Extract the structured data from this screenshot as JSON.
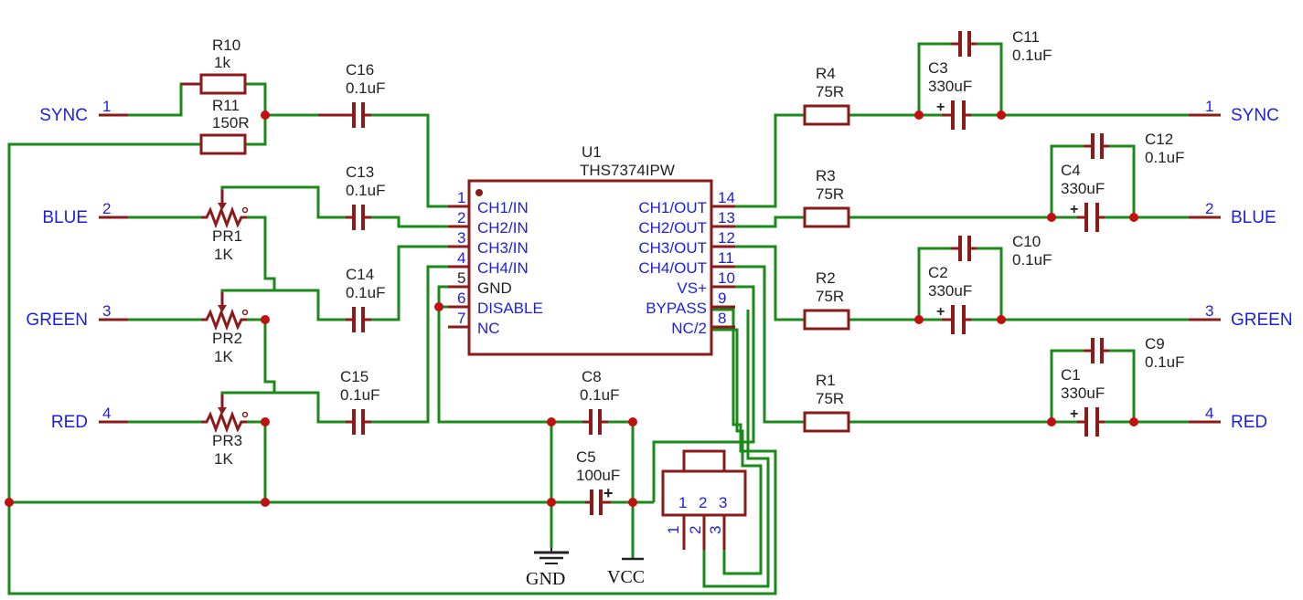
{
  "ports": {
    "in_sync": {
      "name": "SYNC",
      "pin": "1"
    },
    "in_blue": {
      "name": "BLUE",
      "pin": "2"
    },
    "in_green": {
      "name": "GREEN",
      "pin": "3"
    },
    "in_red": {
      "name": "RED",
      "pin": "4"
    },
    "out_sync": {
      "name": "SYNC",
      "pin": "1"
    },
    "out_blue": {
      "name": "BLUE",
      "pin": "2"
    },
    "out_green": {
      "name": "GREEN",
      "pin": "3"
    },
    "out_red": {
      "name": "RED",
      "pin": "4"
    }
  },
  "components": {
    "R10": {
      "ref": "R10",
      "value": "1k"
    },
    "R11": {
      "ref": "R11",
      "value": "150R"
    },
    "C16": {
      "ref": "C16",
      "value": "0.1uF"
    },
    "C13": {
      "ref": "C13",
      "value": "0.1uF"
    },
    "C14": {
      "ref": "C14",
      "value": "0.1uF"
    },
    "C15": {
      "ref": "C15",
      "value": "0.1uF"
    },
    "PR1": {
      "ref": "PR1",
      "value": "1K"
    },
    "PR2": {
      "ref": "PR2",
      "value": "1K"
    },
    "PR3": {
      "ref": "PR3",
      "value": "1K"
    },
    "C8": {
      "ref": "C8",
      "value": "0.1uF"
    },
    "C5": {
      "ref": "C5",
      "value": "100uF"
    },
    "R4": {
      "ref": "R4",
      "value": "75R"
    },
    "R3": {
      "ref": "R3",
      "value": "75R"
    },
    "R2": {
      "ref": "R2",
      "value": "75R"
    },
    "R1": {
      "ref": "R1",
      "value": "75R"
    },
    "C3": {
      "ref": "C3",
      "value": "330uF"
    },
    "C4": {
      "ref": "C4",
      "value": "330uF"
    },
    "C2": {
      "ref": "C2",
      "value": "330uF"
    },
    "C1": {
      "ref": "C1",
      "value": "330uF"
    },
    "C11": {
      "ref": "C11",
      "value": "0.1uF"
    },
    "C12": {
      "ref": "C12",
      "value": "0.1uF"
    },
    "C10": {
      "ref": "C10",
      "value": "0.1uF"
    },
    "C9": {
      "ref": "C9",
      "value": "0.1uF"
    }
  },
  "ic": {
    "ref": "U1",
    "part": "THS7374IPW",
    "left_pins": [
      {
        "num": "1",
        "name": "CH1/IN"
      },
      {
        "num": "2",
        "name": "CH2/IN"
      },
      {
        "num": "3",
        "name": "CH3/IN"
      },
      {
        "num": "4",
        "name": "CH4/IN"
      },
      {
        "num": "5",
        "name": "GND"
      },
      {
        "num": "6",
        "name": "DISABLE"
      },
      {
        "num": "7",
        "name": "NC"
      }
    ],
    "right_pins": [
      {
        "num": "14",
        "name": "CH1/OUT"
      },
      {
        "num": "13",
        "name": "CH2/OUT"
      },
      {
        "num": "12",
        "name": "CH3/OUT"
      },
      {
        "num": "11",
        "name": "CH4/OUT"
      },
      {
        "num": "10",
        "name": "VS+"
      },
      {
        "num": "9",
        "name": "BYPASS"
      },
      {
        "num": "8",
        "name": "NC/2"
      }
    ]
  },
  "regulator": {
    "pins_top": [
      "1",
      "2",
      "3"
    ],
    "pins_bottom": [
      "1",
      "2",
      "3"
    ]
  },
  "supplies": {
    "gnd": "GND",
    "vcc": "VCC"
  },
  "colors": {
    "wire": "#1a8a1a",
    "part": "#8b1a1a",
    "junction": "#c01010",
    "text": "#1e1edc"
  }
}
